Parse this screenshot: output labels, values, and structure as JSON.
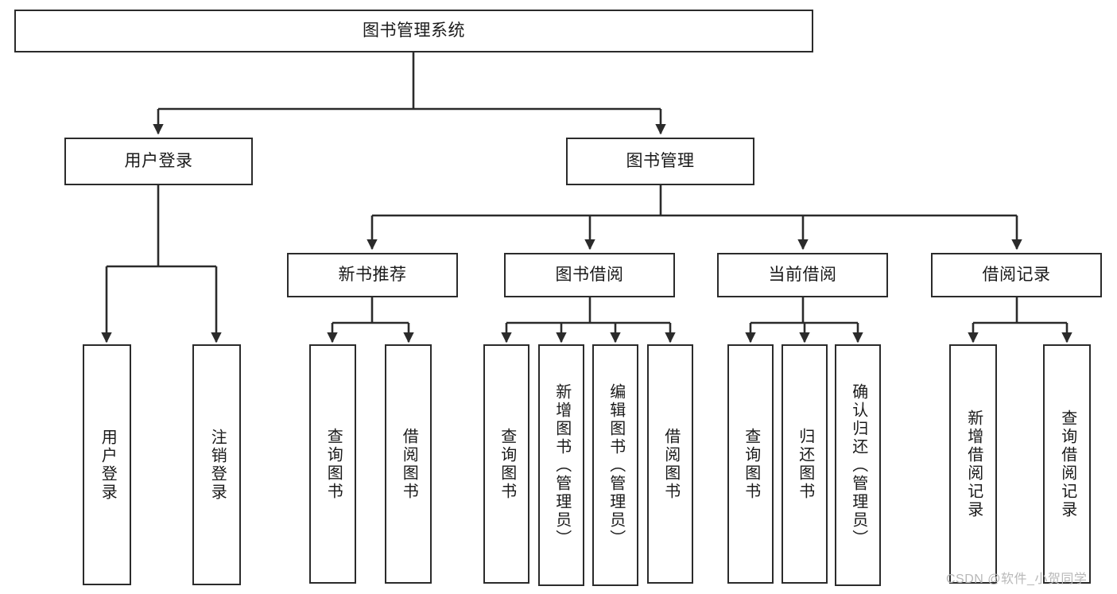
{
  "diagram": {
    "title": "图书管理系统",
    "type": "功能结构图",
    "colors": {
      "border": "#2b2b2b",
      "background": "#ffffff",
      "text": "#1a1a1a",
      "watermark": "#b8b8b8"
    },
    "root": {
      "label": "图书管理系统"
    },
    "level1": [
      {
        "label": "用户登录"
      },
      {
        "label": "图书管理"
      }
    ],
    "level2": [
      {
        "label": "新书推荐"
      },
      {
        "label": "图书借阅"
      },
      {
        "label": "当前借阅"
      },
      {
        "label": "借阅记录"
      }
    ],
    "leaves": {
      "user_login": [
        {
          "label": "用户登录"
        },
        {
          "label": "注销登录"
        }
      ],
      "new_book_recommend": [
        {
          "label": "查询图书"
        },
        {
          "label": "借阅图书"
        }
      ],
      "book_borrow": [
        {
          "label": "查询图书"
        },
        {
          "label": "新增图书（管理员）"
        },
        {
          "label": "编辑图书（管理员）"
        },
        {
          "label": "借阅图书"
        }
      ],
      "current_borrow": [
        {
          "label": "查询图书"
        },
        {
          "label": "归还图书"
        },
        {
          "label": "确认归还（管理员）"
        }
      ],
      "borrow_record": [
        {
          "label": "新增借阅记录"
        },
        {
          "label": "查询借阅记录"
        }
      ]
    }
  },
  "watermark": {
    "text": "CSDN @软件_小贺同学"
  }
}
